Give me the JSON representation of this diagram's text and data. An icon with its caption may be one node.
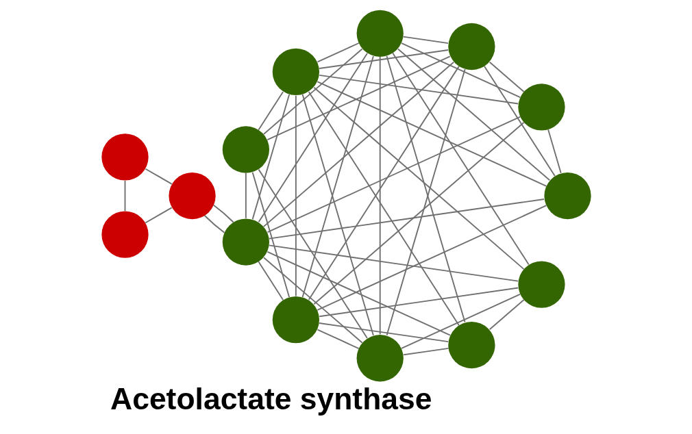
{
  "diagram": {
    "title": "Acetolactate synthase",
    "nodes": [
      {
        "text": [],
        "shape": "circle"
      },
      {
        "text": [],
        "shape": "circle"
      },
      {
        "text": [],
        "shape": "circle"
      },
      {
        "text": [],
        "shape": "circle"
      },
      {
        "text": [],
        "shape": "circle"
      },
      {
        "text": [],
        "shape": "circle"
      },
      {
        "text": [],
        "shape": "circle"
      },
      {
        "text": [],
        "shape": "circle"
      },
      {
        "text": [],
        "shape": "circle"
      },
      {
        "text": [],
        "shape": "circle"
      },
      {
        "text": [],
        "shape": "circle"
      },
      {
        "text": [],
        "shape": "circle"
      },
      {
        "text": [],
        "shape": "circle"
      },
      {
        "text": [],
        "shape": "circle"
      }
    ],
    "edges": [
      {
        "from": 0,
        "to": 1,
        "arrow": "none"
      },
      {
        "from": 0,
        "to": 2,
        "arrow": "none"
      },
      {
        "from": 1,
        "to": 2,
        "arrow": "none"
      },
      {
        "from": 1,
        "to": 7,
        "arrow": "none"
      },
      {
        "from": 1,
        "to": 7,
        "arrow": "none"
      },
      {
        "from": 3,
        "to": 4,
        "arrow": "none"
      },
      {
        "from": 3,
        "to": 5,
        "arrow": "none"
      },
      {
        "from": 3,
        "to": 7,
        "arrow": "none"
      },
      {
        "from": 3,
        "to": 9,
        "arrow": "none"
      },
      {
        "from": 3,
        "to": 12,
        "arrow": "none"
      },
      {
        "from": 3,
        "to": 8,
        "arrow": "none"
      },
      {
        "from": 4,
        "to": 5,
        "arrow": "none"
      },
      {
        "from": 4,
        "to": 6,
        "arrow": "none"
      },
      {
        "from": 4,
        "to": 7,
        "arrow": "none"
      },
      {
        "from": 4,
        "to": 8,
        "arrow": "none"
      },
      {
        "from": 4,
        "to": 9,
        "arrow": "none"
      },
      {
        "from": 4,
        "to": 10,
        "arrow": "none"
      },
      {
        "from": 4,
        "to": 11,
        "arrow": "none"
      },
      {
        "from": 4,
        "to": 12,
        "arrow": "none"
      },
      {
        "from": 4,
        "to": 13,
        "arrow": "none"
      },
      {
        "from": 5,
        "to": 6,
        "arrow": "none"
      },
      {
        "from": 5,
        "to": 7,
        "arrow": "none"
      },
      {
        "from": 5,
        "to": 8,
        "arrow": "none"
      },
      {
        "from": 5,
        "to": 9,
        "arrow": "none"
      },
      {
        "from": 5,
        "to": 10,
        "arrow": "none"
      },
      {
        "from": 5,
        "to": 11,
        "arrow": "none"
      },
      {
        "from": 5,
        "to": 12,
        "arrow": "none"
      },
      {
        "from": 5,
        "to": 13,
        "arrow": "none"
      },
      {
        "from": 6,
        "to": 7,
        "arrow": "none"
      },
      {
        "from": 6,
        "to": 8,
        "arrow": "none"
      },
      {
        "from": 6,
        "to": 10,
        "arrow": "none"
      },
      {
        "from": 6,
        "to": 11,
        "arrow": "none"
      },
      {
        "from": 6,
        "to": 12,
        "arrow": "none"
      },
      {
        "from": 6,
        "to": 13,
        "arrow": "none"
      },
      {
        "from": 7,
        "to": 8,
        "arrow": "none"
      },
      {
        "from": 7,
        "to": 9,
        "arrow": "none"
      },
      {
        "from": 7,
        "to": 10,
        "arrow": "none"
      },
      {
        "from": 7,
        "to": 11,
        "arrow": "none"
      },
      {
        "from": 7,
        "to": 12,
        "arrow": "none"
      },
      {
        "from": 7,
        "to": 13,
        "arrow": "none"
      },
      {
        "from": 8,
        "to": 9,
        "arrow": "none"
      },
      {
        "from": 8,
        "to": 10,
        "arrow": "none"
      },
      {
        "from": 8,
        "to": 12,
        "arrow": "none"
      },
      {
        "from": 9,
        "to": 12,
        "arrow": "none"
      },
      {
        "from": 10,
        "to": 12,
        "arrow": "none"
      },
      {
        "from": 11,
        "to": 12,
        "arrow": "none"
      },
      {
        "from": 11,
        "to": 13,
        "arrow": "none"
      },
      {
        "from": 12,
        "to": 13,
        "arrow": "none"
      }
    ]
  }
}
